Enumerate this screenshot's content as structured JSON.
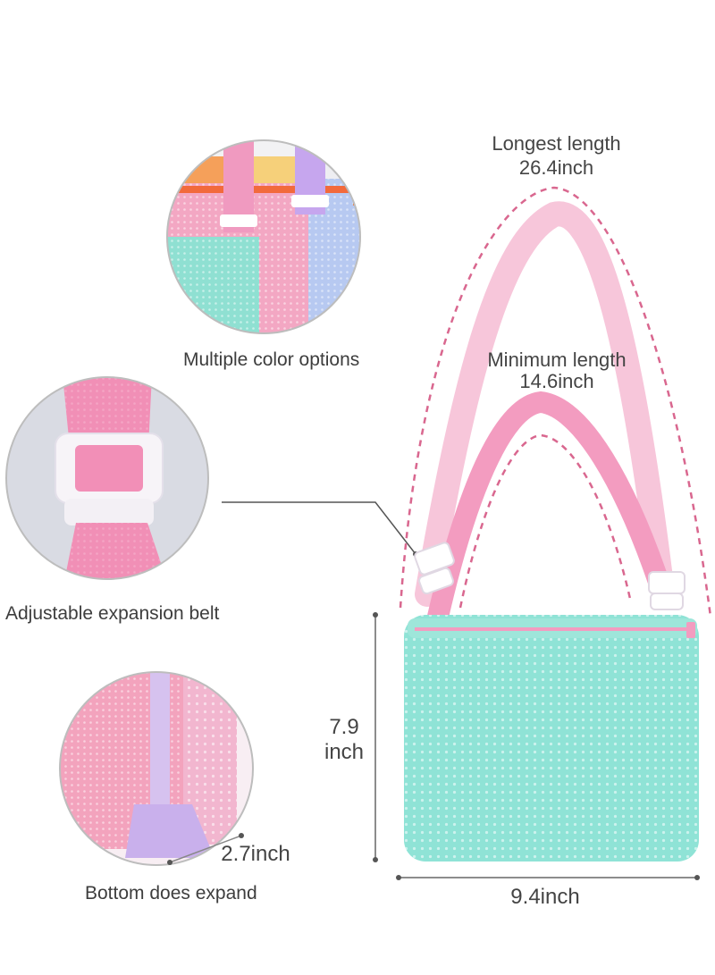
{
  "features": {
    "color_options": "Multiple color options",
    "expansion_belt": "Adjustable expansion belt",
    "bottom_expand": "Bottom does expand"
  },
  "dimensions": {
    "longest_title": "Longest length",
    "longest_value": "26.4inch",
    "minimum_title": "Minimum length",
    "minimum_value": "14.6inch",
    "height_value": "7.9",
    "height_unit": "inch",
    "width_value": "9.4inch",
    "bottom_value": "2.7inch"
  },
  "colors": {
    "bag": "#8fe3d6",
    "strap": "#f4b3cf",
    "strap_dark": "#ee8fb6",
    "dash": "#d9678f"
  }
}
